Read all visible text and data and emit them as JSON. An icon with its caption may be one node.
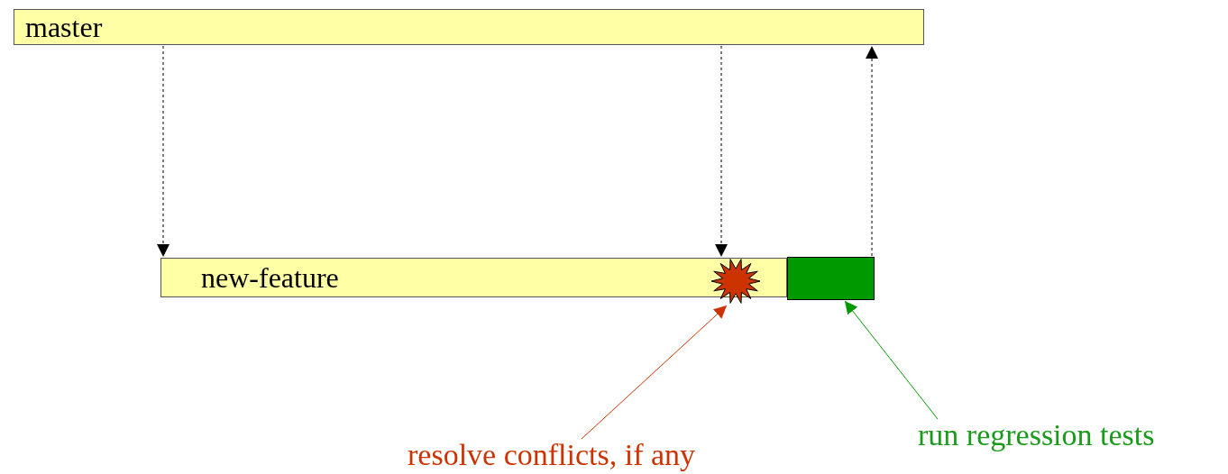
{
  "diagram": {
    "nodes": [
      {
        "text": [
          "master"
        ]
      },
      {
        "text": [
          "new-feature"
        ]
      },
      {
        "text": [],
        "shape": "star"
      },
      {
        "text": [],
        "shape": "box"
      },
      {
        "text": [
          "resolve conflicts, if any"
        ]
      },
      {
        "text": [
          "run regression tests"
        ]
      }
    ],
    "edges": [
      {
        "from": 0,
        "to": 1,
        "arrow": "to",
        "style": "dashed"
      },
      {
        "from": 0,
        "to": 1,
        "arrow": "to",
        "style": "dashed"
      },
      {
        "from": 3,
        "to": 0,
        "arrow": "to",
        "style": "dashed"
      },
      {
        "from": 4,
        "to": 2,
        "arrow": "to",
        "color": "#cc3300"
      },
      {
        "from": 5,
        "to": 3,
        "arrow": "to",
        "color": "#009900"
      }
    ]
  }
}
